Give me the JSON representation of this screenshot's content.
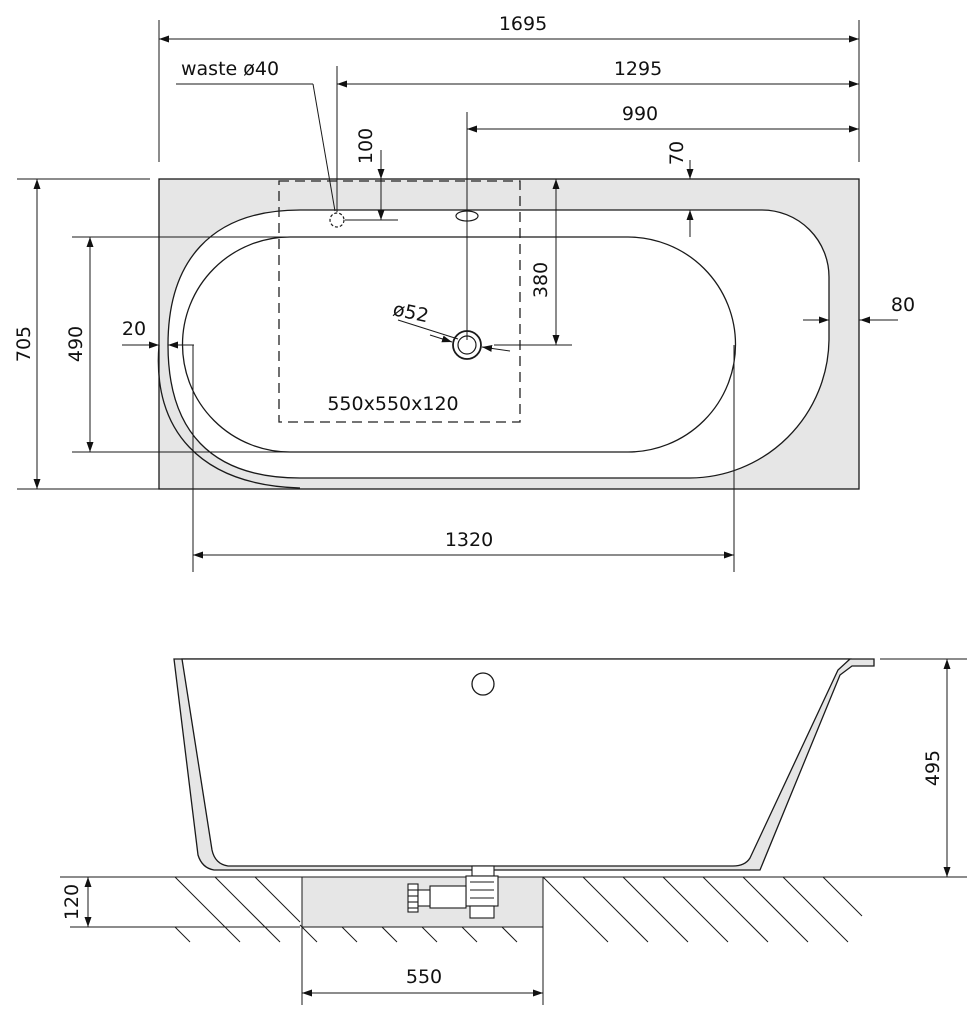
{
  "plan": {
    "overall_length": "1695",
    "dim_1295": "1295",
    "dim_990": "990",
    "dim_100": "100",
    "dim_70": "70",
    "width_705": "705",
    "inner_490": "490",
    "edge_20": "20",
    "dim_380": "380",
    "dim_80": "80",
    "bottom_1320": "1320",
    "waste_label": "waste ø40",
    "drain_label": "ø52",
    "recess_label": "550x550x120"
  },
  "elevation": {
    "height_495": "495",
    "recess_depth": "120",
    "recess_width": "550"
  },
  "colors": {
    "line": "#1a1a1a",
    "fill_plan": "#e6e6e6",
    "fill_tub": "#ffffff",
    "floor_box": "#e6e6e6"
  }
}
